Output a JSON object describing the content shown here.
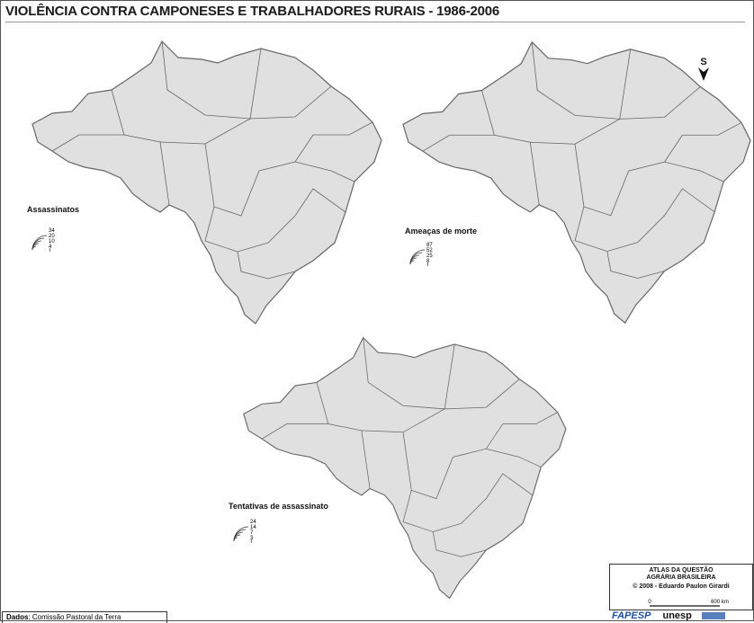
{
  "title": "VIOLÊNCIA CONTRA CAMPONESES E TRABALHADORES RURAIS - 1986-2006",
  "north_label": "S",
  "maps": [
    {
      "legend_title": "Assassinatos",
      "legend_values": [
        "34",
        "20",
        "10",
        "4",
        "1"
      ],
      "color": "#000000"
    },
    {
      "legend_title": "Ameaças de morte",
      "legend_values": [
        "87",
        "52",
        "25",
        "8",
        "1"
      ],
      "color": "#cc33cc"
    },
    {
      "legend_title": "Tentativas de assassinato",
      "legend_values": [
        "24",
        "14",
        "7",
        "3",
        "1"
      ],
      "color": "#7a1fb3"
    }
  ],
  "credits": {
    "atlas_line1": "ATLAS DA QUESTÃO",
    "atlas_line2": "AGRÁRIA BRASILEIRA",
    "copyright": "© 2008 - Eduardo Paulon Girardi",
    "scale_start": "0",
    "scale_end": "600 km"
  },
  "logos": {
    "fapesp": "FAPESP",
    "unesp": "unesp"
  },
  "source": {
    "label": "Dados",
    "text": ": Comissão Pastoral da Terra"
  },
  "colors": {
    "land": "#e0e0e0",
    "border": "#666666"
  }
}
